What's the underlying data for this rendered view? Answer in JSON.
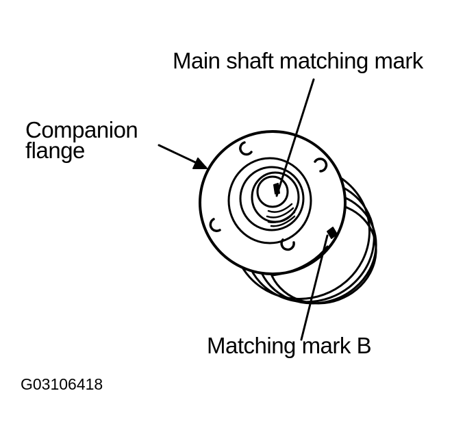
{
  "labels": {
    "main_shaft": "Main shaft matching mark",
    "companion_line1": "Companion",
    "companion_line2": "flange",
    "matching_mark_b": "Matching mark B"
  },
  "figure_code": "G03106418",
  "colors": {
    "ink": "#000000",
    "paper": "#ffffff"
  }
}
